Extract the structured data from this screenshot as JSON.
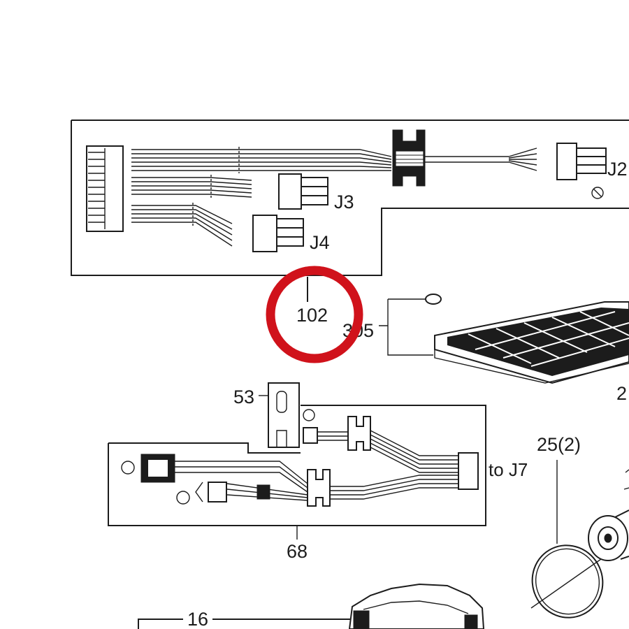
{
  "labels": {
    "j2": "J2",
    "j3": "J3",
    "j4": "J4",
    "part_102": "102",
    "part_305": "305",
    "part_53": "53",
    "to_j7": "to J7",
    "part_25": "25(2)",
    "part_68": "68",
    "part_16": "16",
    "part_2x": "2"
  },
  "colors": {
    "line": "#1c1c1c",
    "highlight_circle": "#d0121b",
    "background": "#ffffff"
  }
}
